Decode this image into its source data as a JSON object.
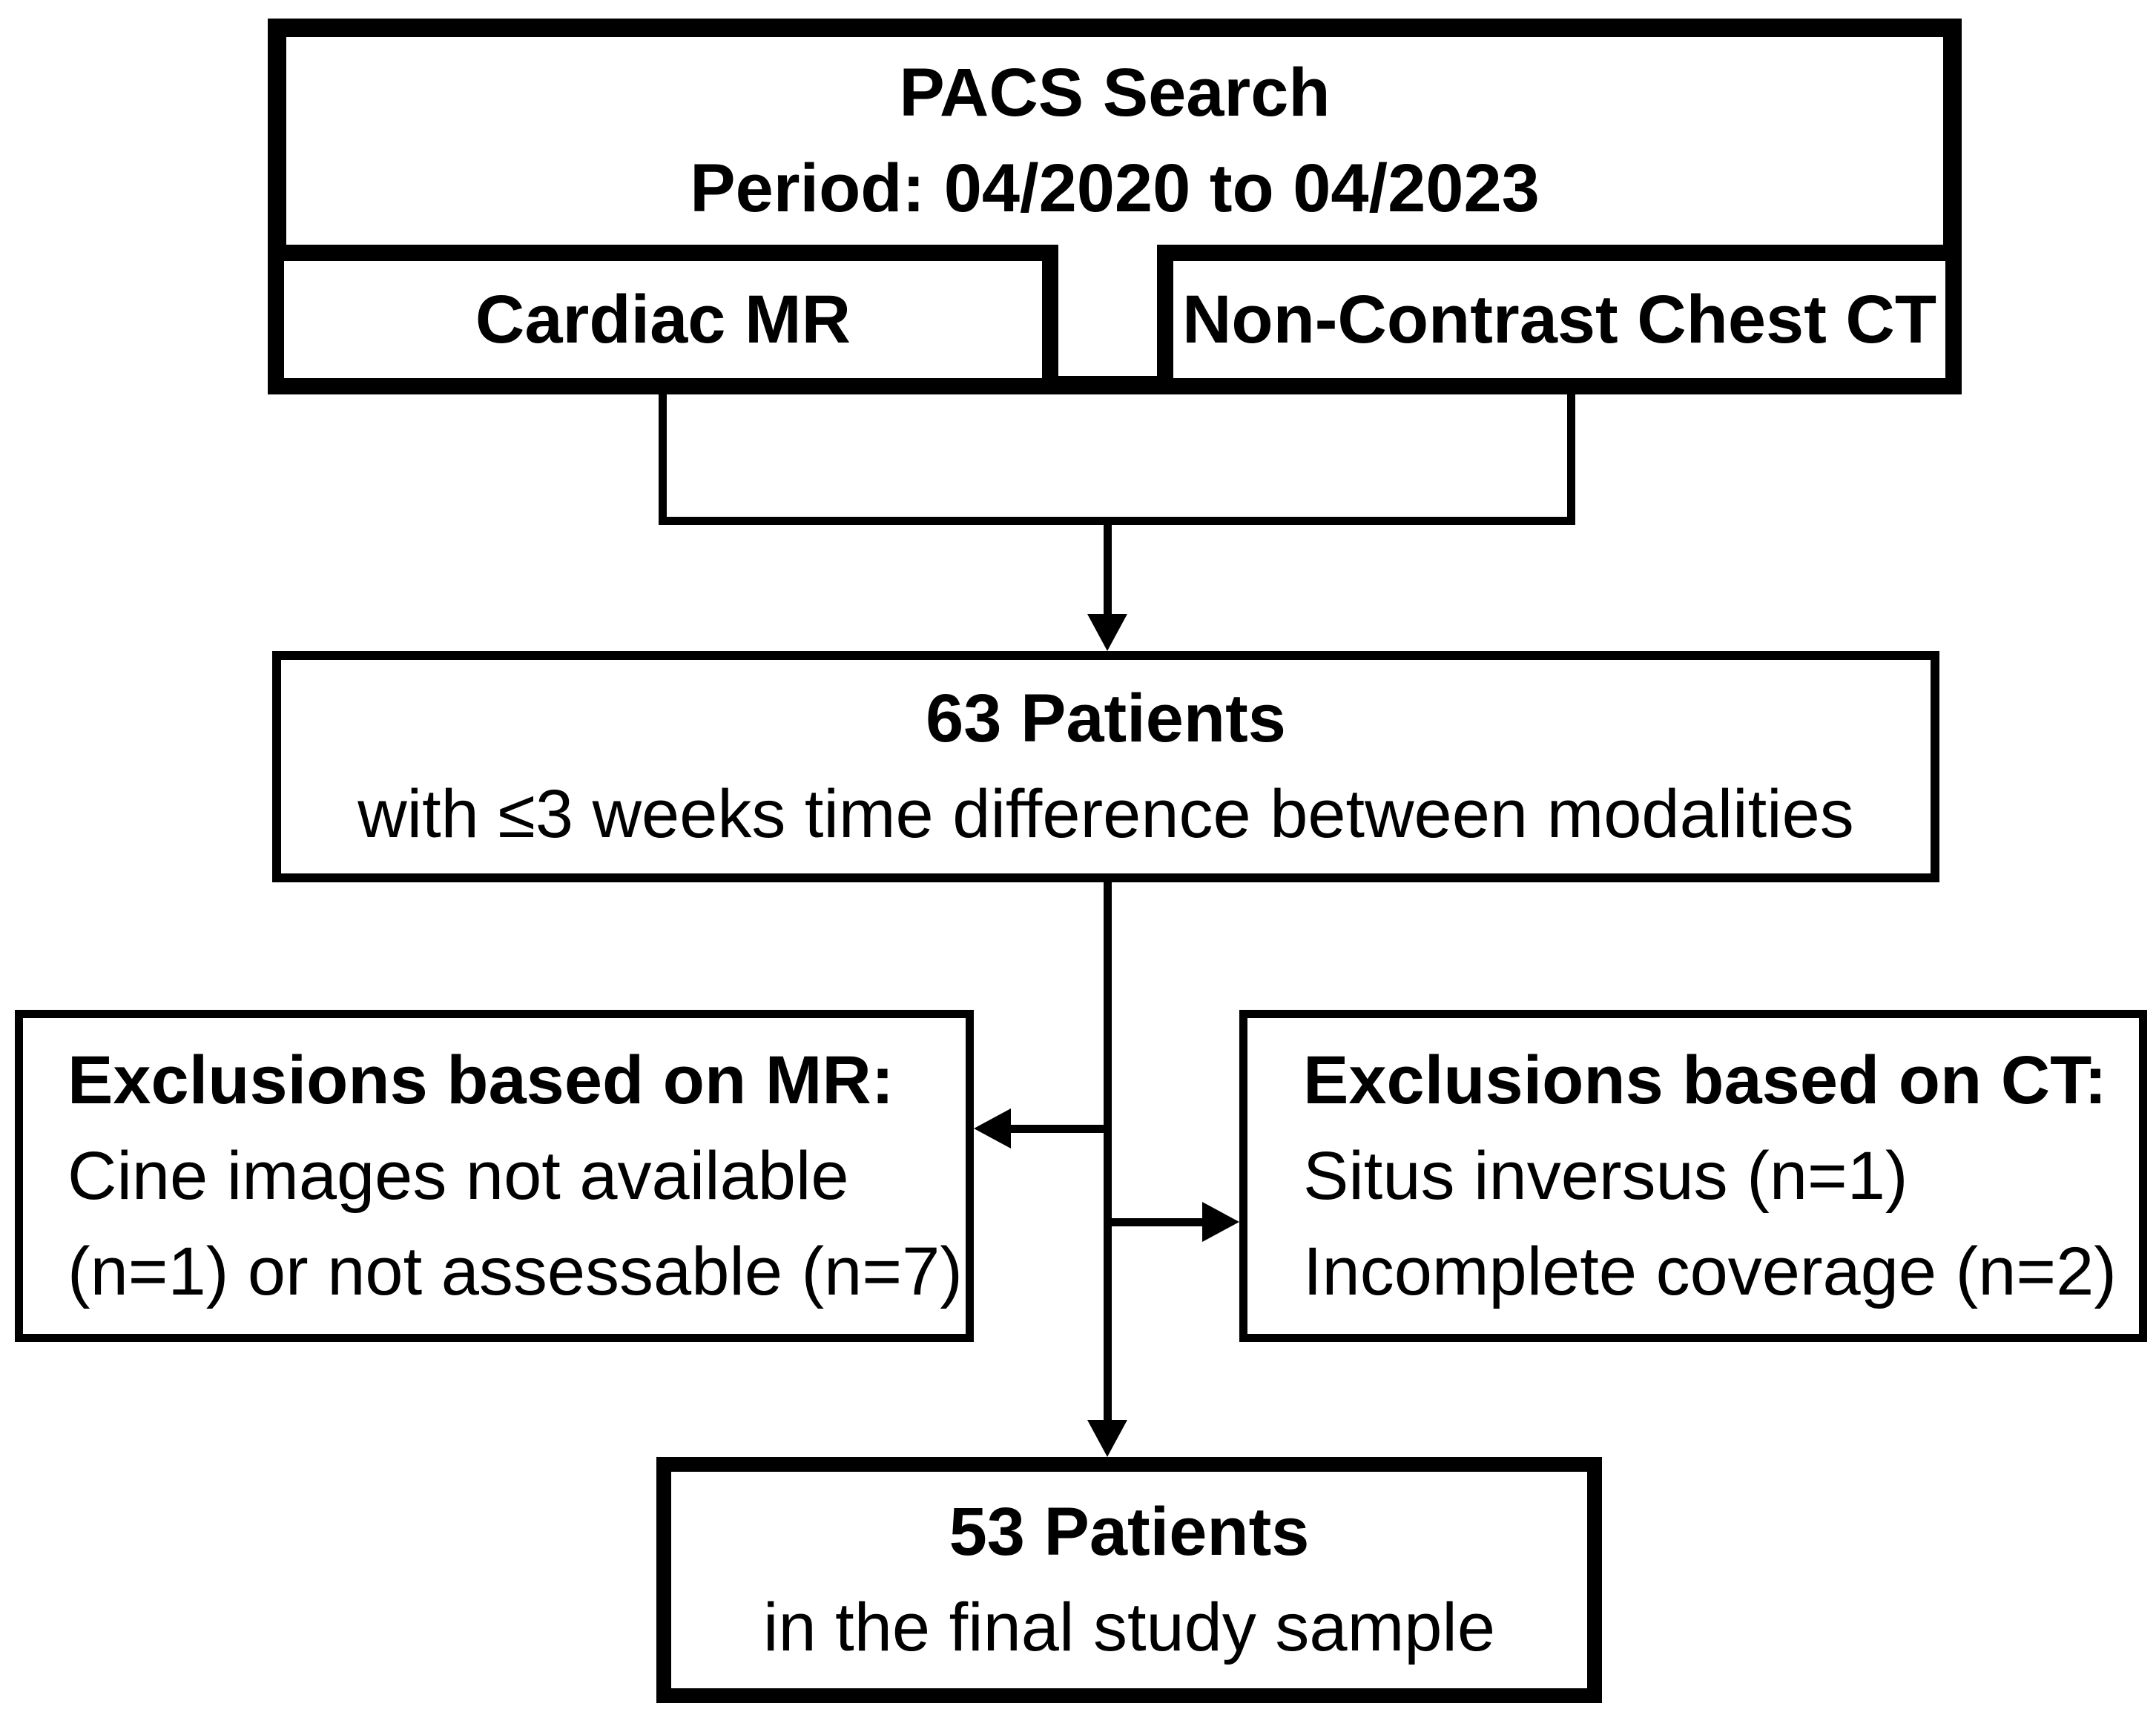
{
  "diagram": {
    "title": "Study inclusion flowchart",
    "colors": {
      "line": "#000000",
      "background": "#ffffff",
      "text": "#000000"
    },
    "boxes": {
      "pacs": {
        "line1": "PACS Search",
        "line2": "Period: 04/2020 to 04/2023"
      },
      "cardiac_mr": {
        "label": "Cardiac MR"
      },
      "chest_ct": {
        "label": "Non-Contrast Chest CT"
      },
      "patients_63": {
        "line1": "63 Patients",
        "line2": "with ≤3 weeks time difference between modalities"
      },
      "exclusions_mr": {
        "line1": "Exclusions based on MR:",
        "line2": "Cine images not available",
        "line3": "(n=1) or not assessable (n=7)"
      },
      "exclusions_ct": {
        "line1": "Exclusions based on CT:",
        "line2": "Situs inversus (n=1)",
        "line3": "Incomplete coverage (n=2)"
      },
      "patients_53": {
        "line1": "53 Patients",
        "line2": "in the final study sample"
      }
    }
  }
}
